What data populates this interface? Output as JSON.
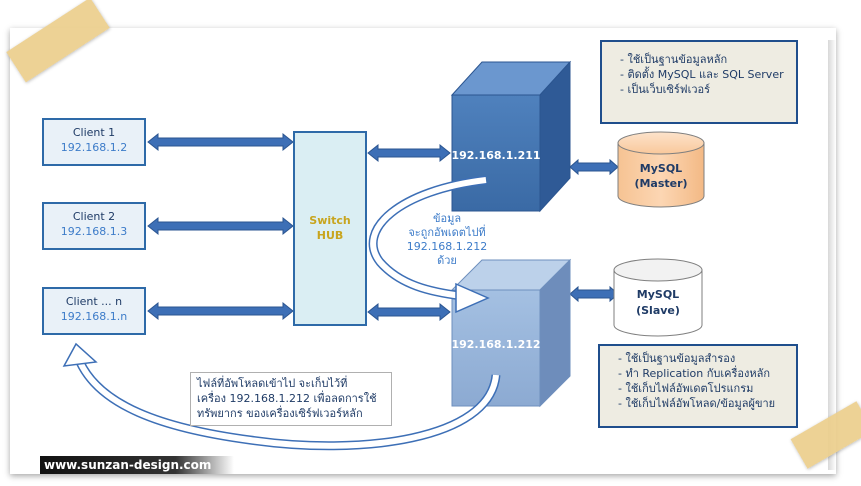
{
  "clients": [
    {
      "name": "Client 1",
      "ip": "192.168.1.2"
    },
    {
      "name": "Client 2",
      "ip": "192.168.1.3"
    },
    {
      "name": "Client ... n",
      "ip": "192.168.1.n"
    }
  ],
  "switch": {
    "line1": "Switch",
    "line2": "HUB"
  },
  "server_main": {
    "ip": "192.168.1.211"
  },
  "server_backup": {
    "ip": "192.168.1.212"
  },
  "db_master": {
    "line1": "MySQL",
    "line2": "(Master)"
  },
  "db_slave": {
    "line1": "MySQL",
    "line2": "(Slave)"
  },
  "info_main": {
    "items": [
      "ใช้เป็นฐานข้อมูลหลัก",
      "ติดตั้ง MySQL และ SQL Server",
      "เป็นเว็บเซิร์ฟเวอร์"
    ]
  },
  "info_backup": {
    "items": [
      "ใช้เป็นฐานข้อมูลสำรอง",
      "ทำ Replication กับเครื่องหลัก",
      "ใช้เก็บไฟล์อัพเดตโปรแกรม",
      "ใช้เก็บไฟล์อัพโหลด/ข้อมูลผู้ขาย"
    ]
  },
  "update_text": {
    "line1": "ข้อมูล",
    "line2": "จะถูกอัพเดตไปที่",
    "line3": "192.168.1.212",
    "line4": "ด้วย"
  },
  "upload_note": {
    "line1": "ไฟล์ที่อัพโหลดเข้าไป จะเก็บไว้ที่",
    "line2": "เครื่อง 192.168.1.212 เพื่อลดการใช้",
    "line3": "ทรัพยากร ของเครื่องเซิร์ฟเวอร์หลัก"
  },
  "footer": {
    "text": "www.sunzan-design.com"
  },
  "colors": {
    "arrow": "#3d6fb6",
    "server_main": "#4f81bd",
    "server_backup": "#95b3d7",
    "db": "#fbcfa6",
    "switch": "#daeef3"
  }
}
